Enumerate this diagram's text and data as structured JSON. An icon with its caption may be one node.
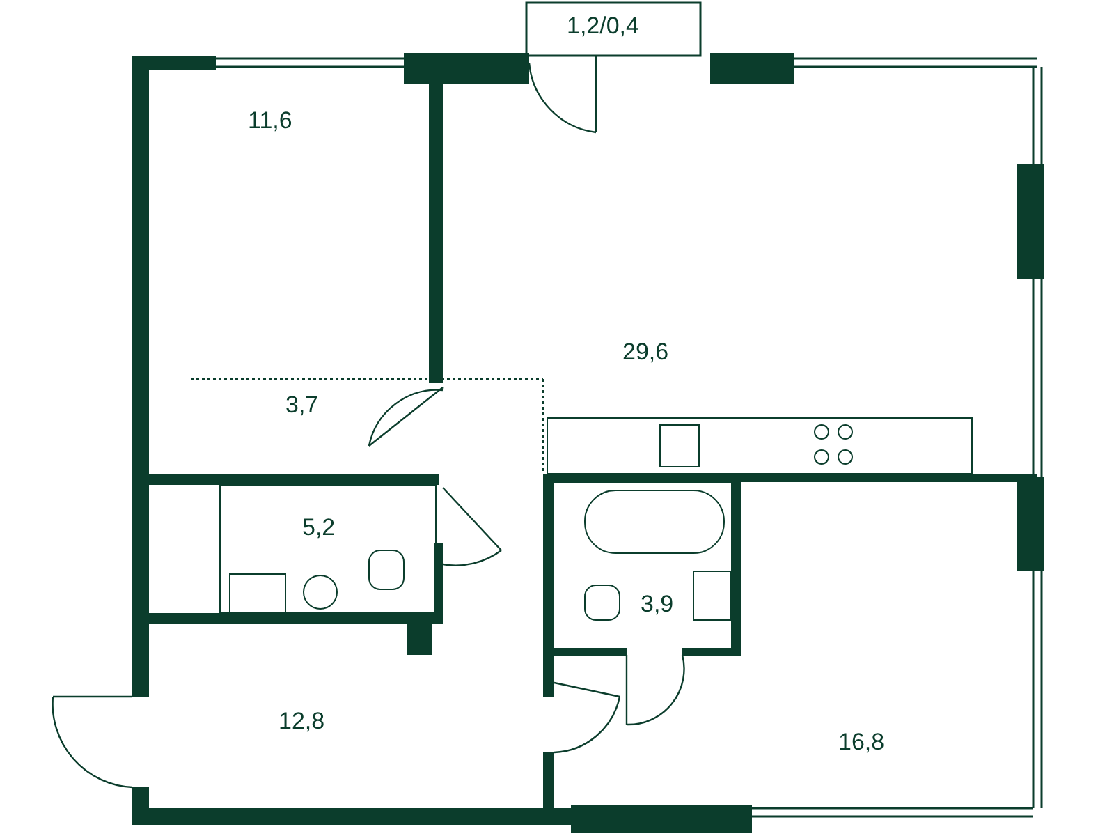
{
  "diagram": {
    "labels": [
      "1,2/0,4",
      "11,6",
      "29,6",
      "3,7",
      "5,2",
      "3,9",
      "12,8",
      "16,8"
    ]
  }
}
